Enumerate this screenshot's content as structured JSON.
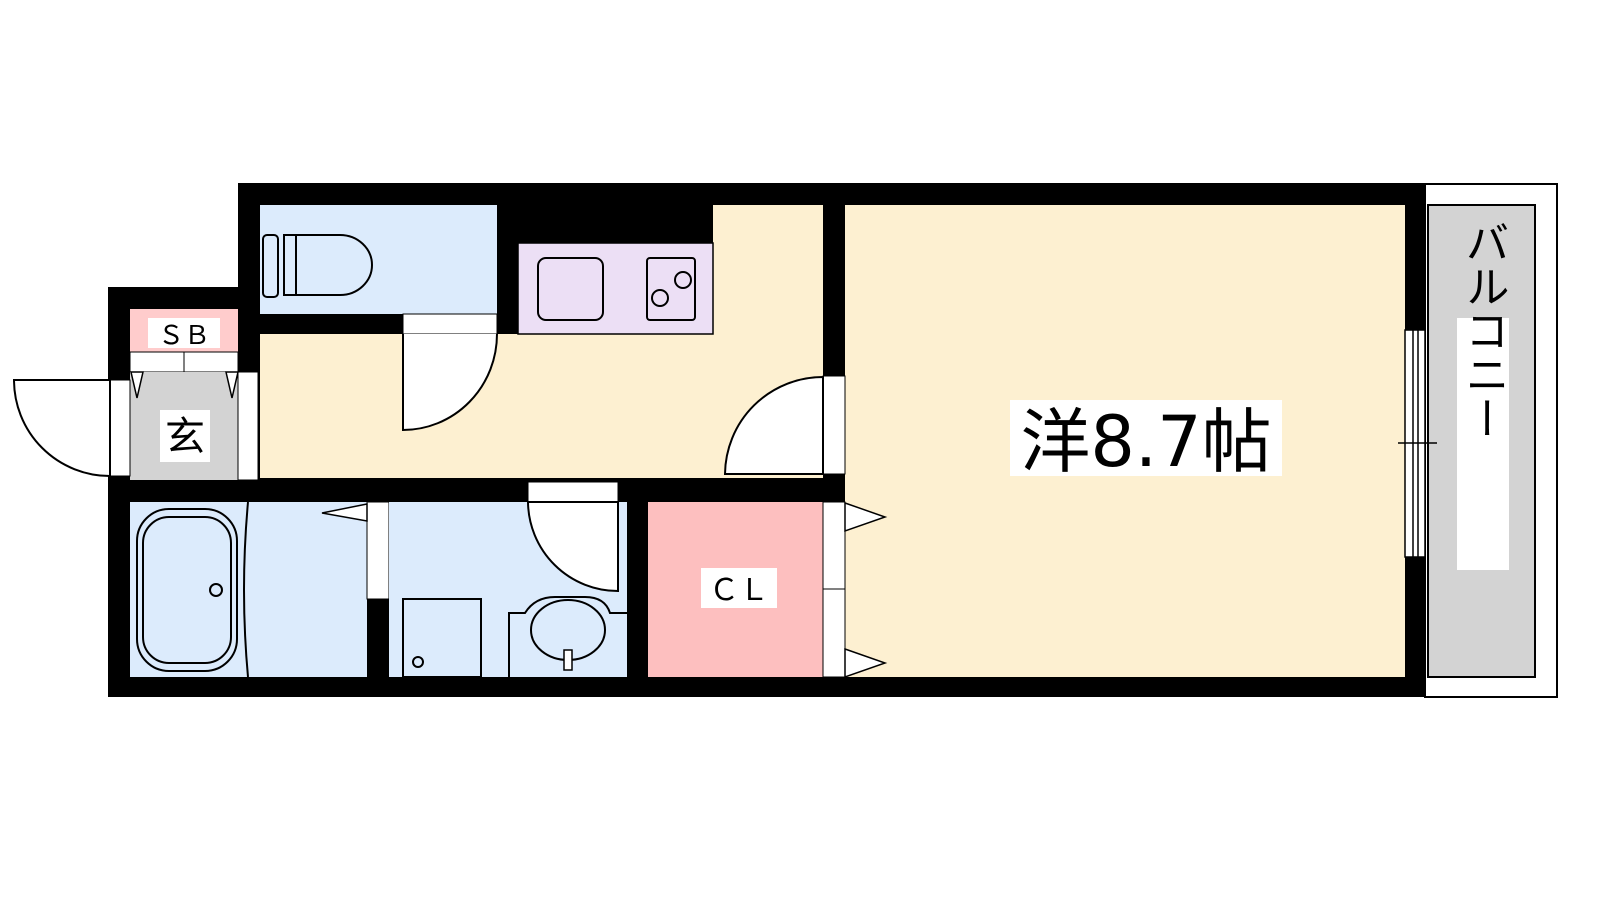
{
  "floorplan": {
    "rooms": {
      "main_room": "洋8.7帖",
      "balcony": "バルコニー",
      "closet": "ＣＬ",
      "entrance": "玄",
      "shoe_box": "ＳＢ"
    },
    "colors": {
      "wall": "#000000",
      "living": "#fdf0d1",
      "wet_area": "#dcebfc",
      "kitchen": "#ecdff5",
      "closet": "#fdbfbf",
      "entrance": "#d3d3d3",
      "balcony": "#d3d3d3"
    }
  }
}
